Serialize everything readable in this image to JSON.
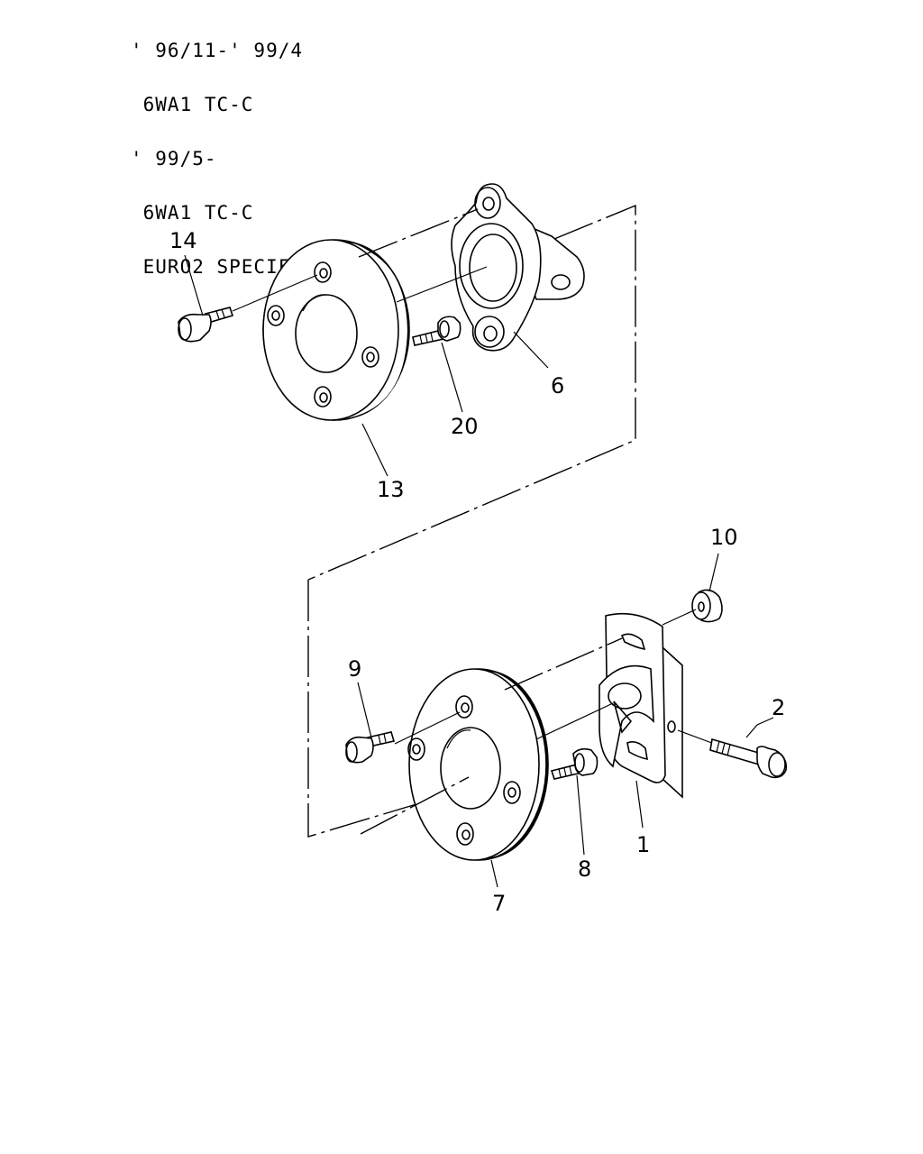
{
  "header": {
    "lines": [
      "' 96/11-' 99/4",
      " 6WA1 TC-C",
      "' 99/5-",
      " 6WA1 TC-C",
      " EURO2 SPECIFICATION"
    ]
  },
  "callouts": {
    "c14": "14",
    "c6": "6",
    "c20": "20",
    "c13": "13",
    "c10": "10",
    "c9": "9",
    "c2": "2",
    "c1": "1",
    "c8": "8",
    "c7": "7"
  },
  "colors": {
    "line": "#000000",
    "background": "#ffffff"
  }
}
